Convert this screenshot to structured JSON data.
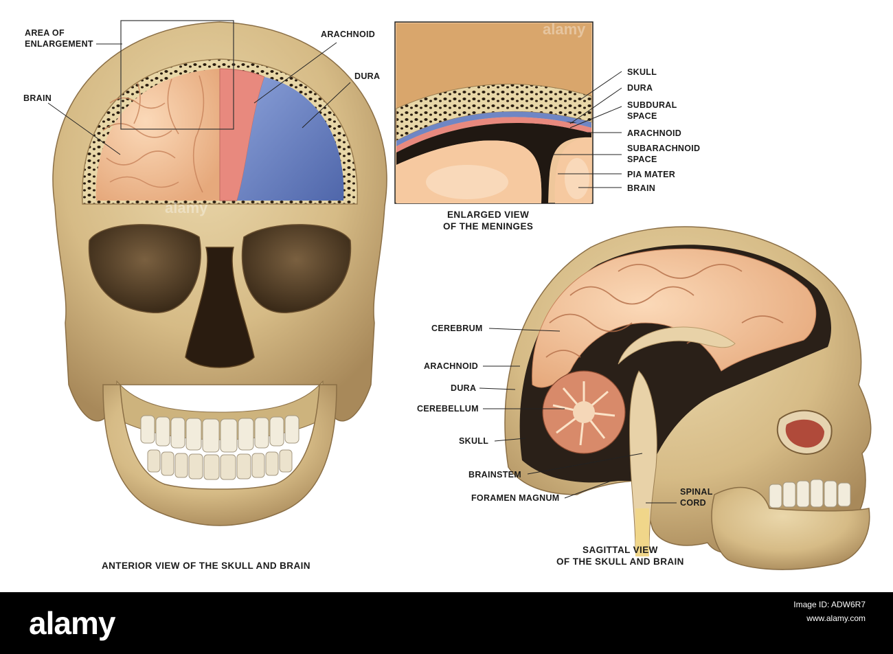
{
  "colors": {
    "bone": "#d9c08e",
    "bone_dark": "#a88a58",
    "brain": "#f3c49c",
    "arachnoid": "#e8897e",
    "dura": "#6f86c4",
    "background": "#ffffff",
    "footer": "#000000"
  },
  "anterior": {
    "labels": {
      "area": "AREA OF\nENLARGEMENT",
      "brain": "BRAIN",
      "arachnoid": "ARACHNOID",
      "dura": "DURA"
    },
    "caption": "ANTERIOR VIEW OF THE SKULL AND BRAIN"
  },
  "enlarged": {
    "labels": {
      "skull": "SKULL",
      "dura": "DURA",
      "subdural": "SUBDURAL\nSPACE",
      "arachnoid": "ARACHNOID",
      "subarachnoid": "SUBARACHNOID\nSPACE",
      "pia": "PIA MATER",
      "brain": "BRAIN"
    },
    "caption": "ENLARGED VIEW\nOF THE MENINGES"
  },
  "sagittal": {
    "labels": {
      "cerebrum": "CEREBRUM",
      "arachnoid": "ARACHNOID",
      "dura": "DURA",
      "cerebellum": "CEREBELLUM",
      "skull": "SKULL",
      "brainstem": "BRAINSTEM",
      "foramen": "FORAMEN MAGNUM",
      "spinal": "SPINAL\nCORD"
    },
    "caption": "SAGITTAL VIEW\nOF THE SKULL AND BRAIN"
  },
  "footer": {
    "logo": "alamy",
    "image_id_label": "Image ID: ADW6R7",
    "url": "www.alamy.com"
  }
}
